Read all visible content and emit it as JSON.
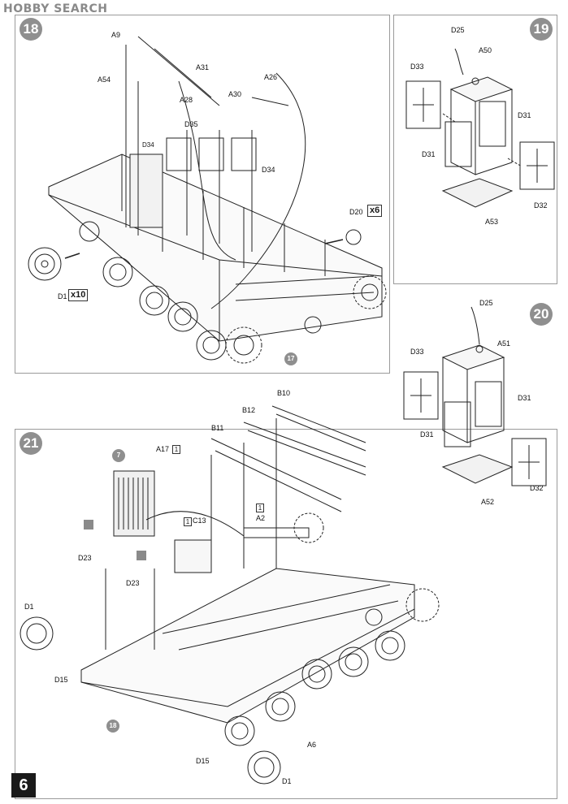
{
  "watermark": "HOBBY SEARCH",
  "page_number": "6",
  "steps": {
    "s18": "18",
    "s19": "19",
    "s20": "20",
    "s21": "21"
  },
  "step18": {
    "labels": {
      "a9": "A9",
      "a54": "A54",
      "a31": "A31",
      "a28": "A28",
      "a30": "A30",
      "a26": "A26",
      "d35": "D35",
      "d34_left": "D34",
      "d34_right": "D34",
      "d20": "D20",
      "d1": "D1"
    },
    "qty_d20": "x6",
    "qty_d1": "x10",
    "ref17": "17"
  },
  "step19": {
    "labels": {
      "d25": "D25",
      "a50": "A50",
      "d33": "D33",
      "d31_right": "D31",
      "d31_left": "D31",
      "d32": "D32",
      "a53": "A53"
    }
  },
  "step20": {
    "labels": {
      "d25": "D25",
      "a51": "A51",
      "d33": "D33",
      "d31_right": "D31",
      "d31_left": "D31",
      "d32": "D32",
      "a52": "A52"
    }
  },
  "step21": {
    "labels": {
      "b10": "B10",
      "b12": "B12",
      "b11": "B11",
      "a17": "A17",
      "c13": "C13",
      "a2": "A2",
      "d23_left": "D23",
      "d23_right": "D23",
      "d1_left": "D1",
      "d15_left": "D15",
      "a6": "A6",
      "d15_bottom": "D15",
      "d1_bottom": "D1"
    },
    "box_a17": "1",
    "box_c13": "1",
    "box_a2": "1",
    "ref7": "7",
    "ref18": "18"
  }
}
